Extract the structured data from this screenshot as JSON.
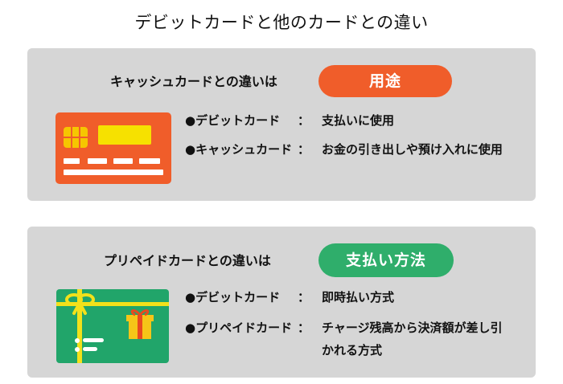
{
  "title": "デビットカードと他のカードとの違い",
  "sections": [
    {
      "heading": "キャッシュカードとの違いは",
      "badge": "用途",
      "badge_color": "#f05d2a",
      "card_icon": "cash-card-icon",
      "rows": [
        {
          "label": "●デビットカード",
          "colon": "：",
          "value": "支払いに使用"
        },
        {
          "label": "●キャッシュカード",
          "colon": "：",
          "value": "お金の引き出しや預け入れに使用"
        }
      ]
    },
    {
      "heading": "プリペイドカードとの違いは",
      "badge": "支払い方法",
      "badge_color": "#2fae6b",
      "card_icon": "gift-card-icon",
      "rows": [
        {
          "label": "●デビットカード",
          "colon": "：",
          "value": "即時払い方式"
        },
        {
          "label": "●プリペイドカード",
          "colon": "：",
          "value": "チャージ残高から決済額が差し引かれる方式"
        }
      ]
    }
  ],
  "colors": {
    "panel_background": "#d6d6d6",
    "cash_card": "#f05d2a",
    "cash_chip": "#f6c600",
    "gift_card": "#21a56a",
    "gift_ribbon": "#f2e11a",
    "gift_box": "#f5c518"
  }
}
